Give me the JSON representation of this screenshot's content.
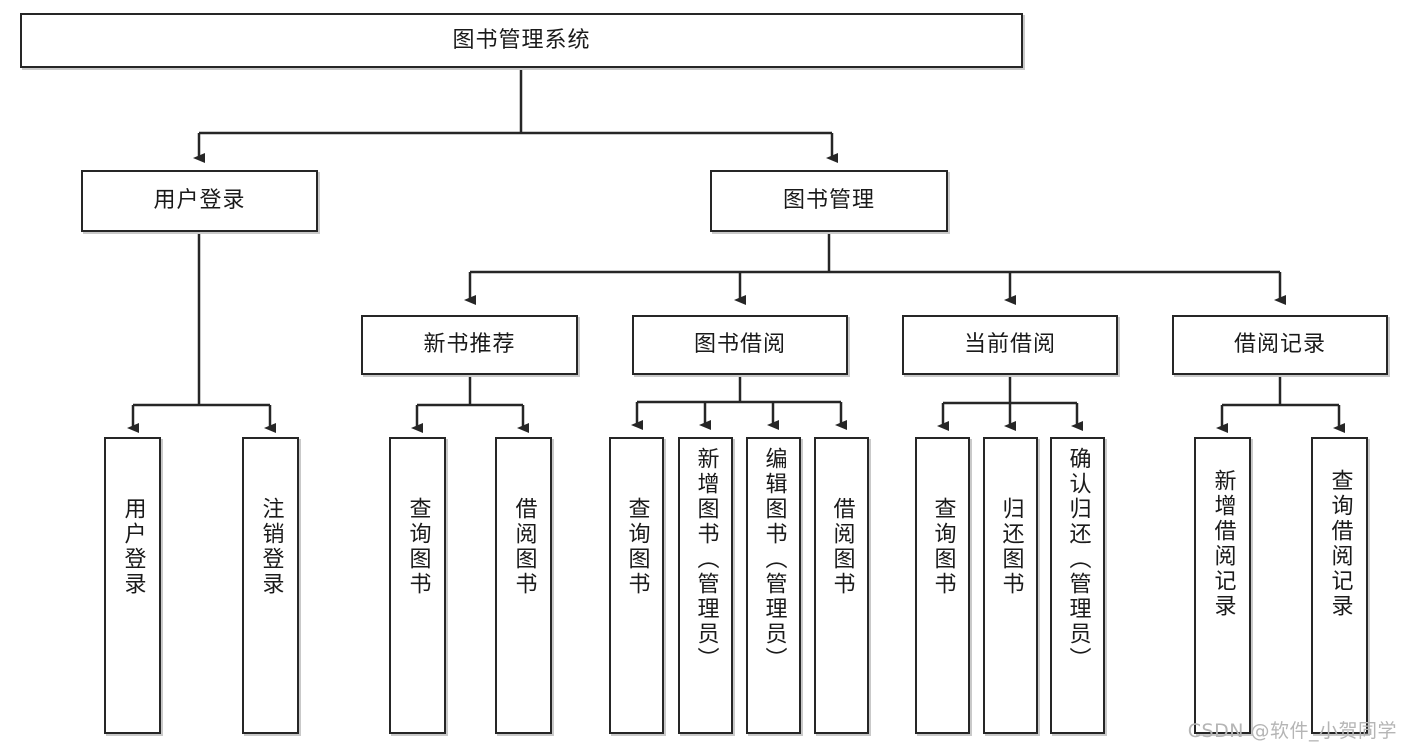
{
  "diagram": {
    "type": "tree-hierarchy",
    "title": "图书管理系统",
    "watermark": "CSDN @软件_小贺同学",
    "colors": {
      "border": "#262626",
      "background": "#ffffff",
      "text": "#1a1a1a",
      "watermark": "#b5b5b5"
    },
    "nodes": {
      "root": {
        "label": "图书管理系统"
      },
      "level2": [
        {
          "label": "用户登录"
        },
        {
          "label": "图书管理"
        }
      ],
      "level3": [
        {
          "label": "新书推荐"
        },
        {
          "label": "图书借阅"
        },
        {
          "label": "当前借阅"
        },
        {
          "label": "借阅记录"
        }
      ],
      "leaves": {
        "user_login": [
          {
            "label": "用户登录"
          },
          {
            "label": "注销登录"
          }
        ],
        "new_book_recommend": [
          {
            "label": "查询图书"
          },
          {
            "label": "借阅图书"
          }
        ],
        "book_borrow": [
          {
            "label": "查询图书"
          },
          {
            "label": "新增图书（管理员）"
          },
          {
            "label": "编辑图书（管理员）"
          },
          {
            "label": "借阅图书"
          }
        ],
        "current_borrow": [
          {
            "label": "查询图书"
          },
          {
            "label": "归还图书"
          },
          {
            "label": "确认归还（管理员）"
          }
        ],
        "borrow_record": [
          {
            "label": "新增借阅记录"
          },
          {
            "label": "查询借阅记录"
          }
        ]
      }
    }
  }
}
